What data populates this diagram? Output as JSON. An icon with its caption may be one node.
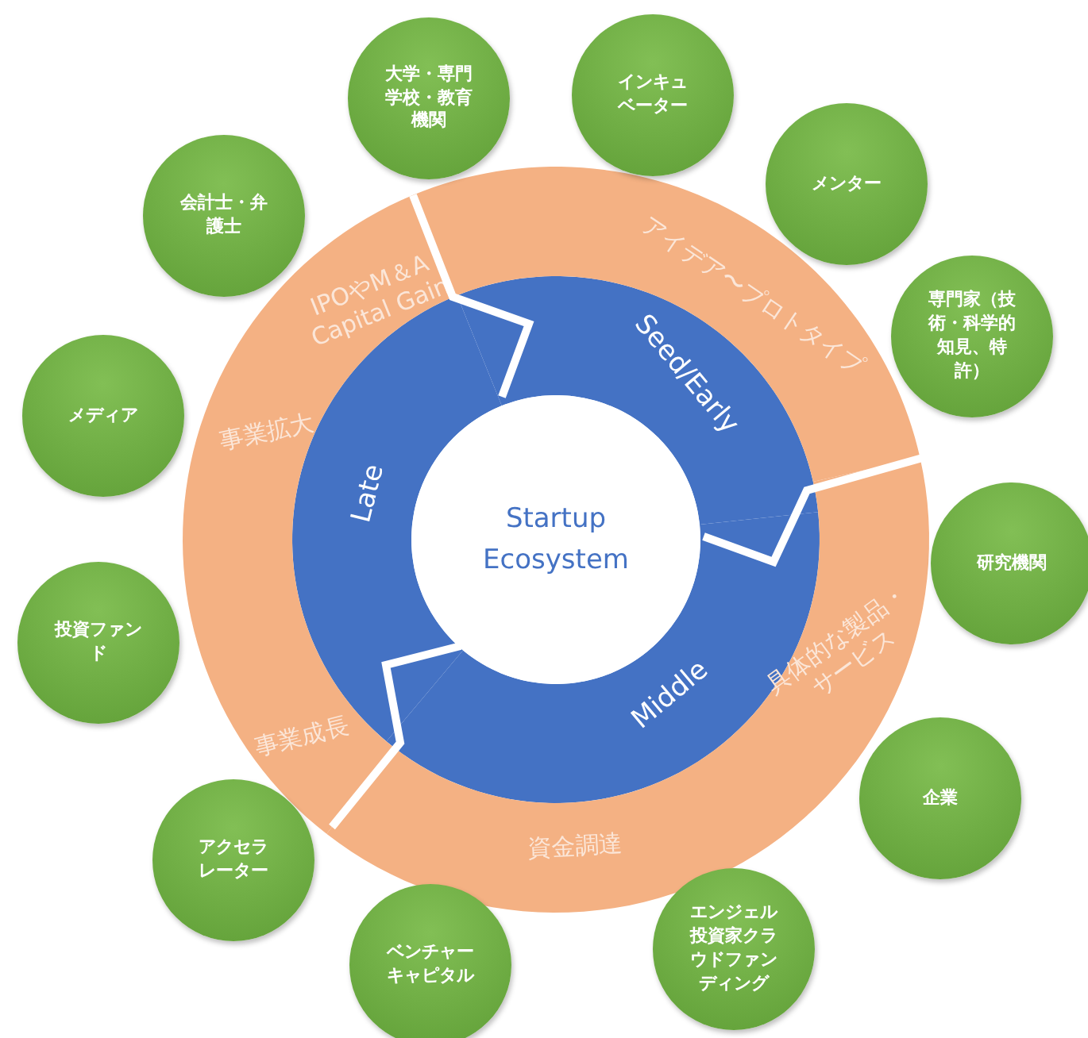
{
  "diagram": {
    "nodes": [
      {
        "text": [
          "Startup Ecosystem"
        ]
      },
      {
        "text": [
          "Seed/Early"
        ]
      },
      {
        "text": [
          "Middle"
        ]
      },
      {
        "text": [
          "Late"
        ]
      },
      {
        "text": [
          "アイデア〜プロトタイプ"
        ]
      },
      {
        "text": [
          "具体的な製品・サービス",
          "資金調達"
        ]
      },
      {
        "text": [
          "事業成長",
          "事業拡大",
          "IPOやM＆A Capital Gain"
        ]
      },
      {
        "text": [
          "大学・専門学校・教育機関"
        ]
      },
      {
        "text": [
          "インキュベーター"
        ]
      },
      {
        "text": [
          "メンター"
        ]
      },
      {
        "text": [
          "専門家（技術・科学的知見、特許）"
        ]
      },
      {
        "text": [
          "研究機関"
        ]
      },
      {
        "text": [
          "企業"
        ]
      },
      {
        "text": [
          "エンジェル投資家クラウドファンディング"
        ]
      },
      {
        "text": [
          "ベンチャーキャピタル"
        ]
      },
      {
        "text": [
          "アクセラレーター"
        ]
      },
      {
        "text": [
          "投資ファンド"
        ]
      },
      {
        "text": [
          "メディア"
        ]
      },
      {
        "text": [
          "会計士・弁護士"
        ]
      }
    ]
  }
}
